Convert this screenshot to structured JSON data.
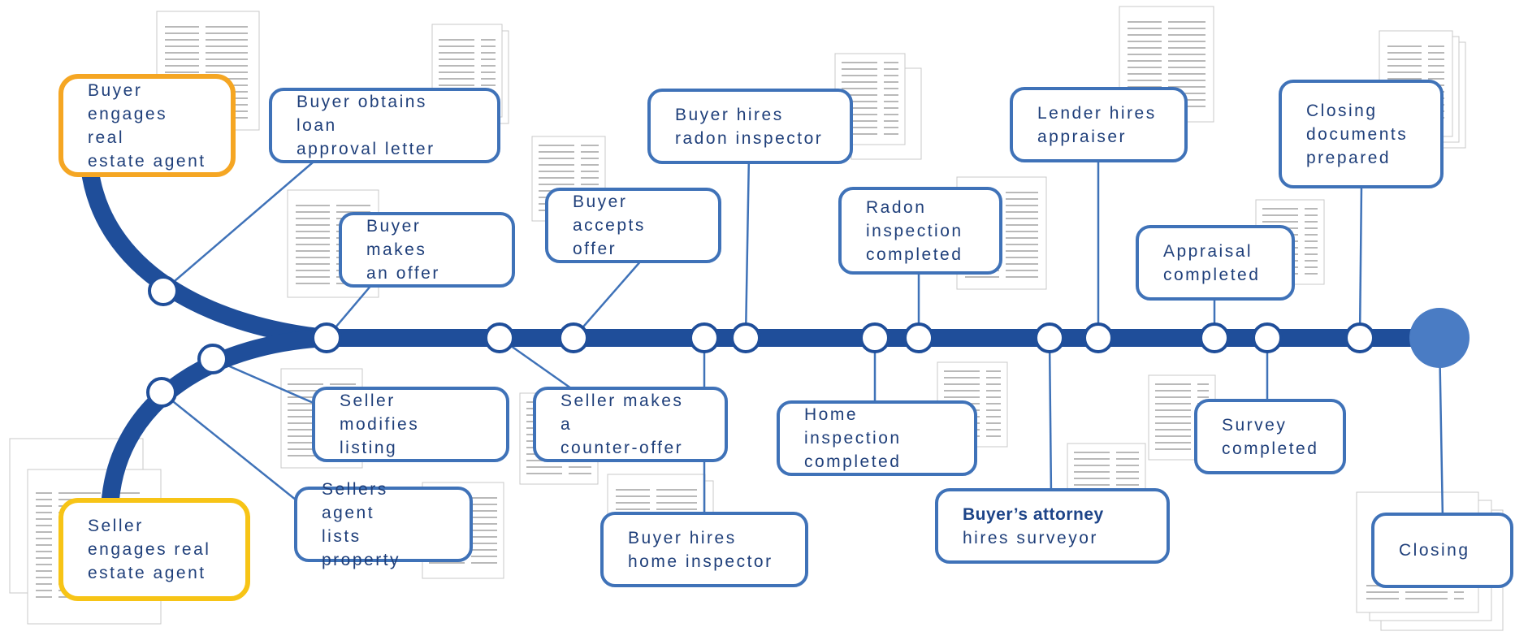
{
  "colors": {
    "track": "#1f4e9a",
    "connector": "#3f72b8",
    "box_border": "#3f72b8",
    "buyer_highlight": "#f5a623",
    "seller_highlight": "#f7c416",
    "end_node": "#4a7cc4",
    "text": "#1f3f7a"
  },
  "steps": {
    "buyer_engages": "Buyer\nengages real\nestate agent",
    "seller_engages": "Seller\nengages real\nestate agent",
    "loan_approval": "Buyer obtains loan\napproval letter",
    "buyer_offer": "Buyer makes\nan offer",
    "seller_modifies": "Seller modifies\nlisting",
    "sellers_agent_lists": "Sellers agent\nlists property",
    "counter_offer": "Seller makes a\ncounter-offer",
    "buyer_accepts": "Buyer\naccepts offer",
    "home_inspector": "Buyer hires\nhome inspector",
    "radon_inspector": "Buyer hires\nradon inspector",
    "home_inspection_done": "Home\ninspection\ncompleted",
    "radon_done": "Radon\ninspection\ncompleted",
    "attorney_bold": "Buyer’s attorney",
    "attorney_rest": "hires surveyor",
    "lender_appraiser": "Lender hires\nappraiser",
    "appraisal_done": "Appraisal\ncompleted",
    "survey_done": "Survey\ncompleted",
    "closing_docs": "Closing\ndocuments\nprepared",
    "closing": "Closing"
  }
}
